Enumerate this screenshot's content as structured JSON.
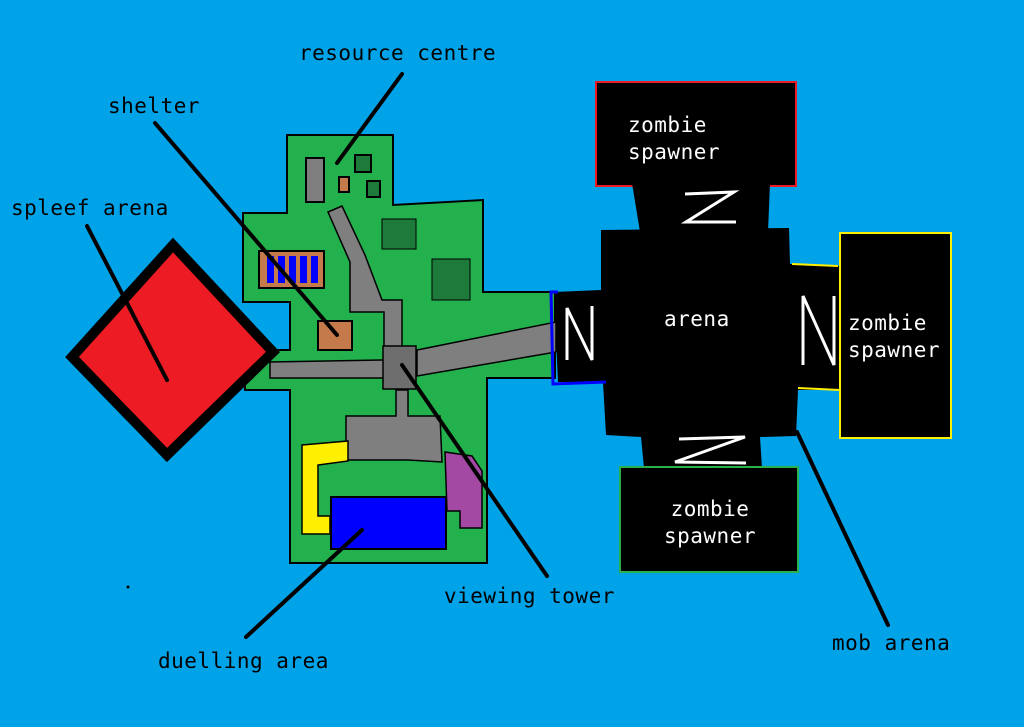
{
  "labels": {
    "resource_centre": "resource centre",
    "shelter": "shelter",
    "spleef_arena": "spleef arena",
    "viewing_tower": "viewing tower",
    "duelling_area": "duelling area",
    "mob_arena": "mob arena",
    "arena": "arena",
    "zombie_spawner_top": [
      "zombie",
      "spawner"
    ],
    "zombie_spawner_right": [
      "zombie",
      "spawner"
    ],
    "zombie_spawner_bottom": [
      "zombie",
      "spawner"
    ]
  },
  "colors": {
    "water": "#00a2e8",
    "land": "#22b14c",
    "dark_green": "#1e7a3a",
    "path": "#7f7f7f",
    "spleef": "#ed1c24",
    "duel": "#0000ff",
    "arena": "#000000",
    "spawner_top_border": "#ed1c24",
    "spawner_right_border": "#ffef00",
    "spawner_bottom_border": "#2ab04a",
    "gate_left_border": "#0000ff"
  }
}
